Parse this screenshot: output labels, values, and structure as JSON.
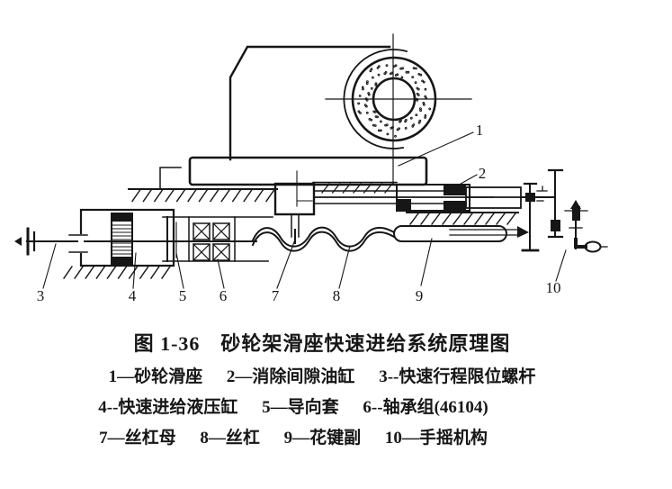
{
  "figure": {
    "title": "图 1-36　砂轮架滑座快速进给系统原理图",
    "legend_lines": [
      [
        "1—砂轮滑座",
        "2—消除间隙油缸",
        "3--快速行程限位螺杆"
      ],
      [
        "4--快速进给液压缸",
        "5—导向套",
        "6--轴承组(46104)"
      ],
      [
        "7—丝杠母",
        "8—丝杠",
        "9—花键副",
        "10—手摇机构"
      ]
    ],
    "part_labels": [
      "1",
      "2",
      "3",
      "4",
      "5",
      "6",
      "7",
      "8",
      "9",
      "10"
    ]
  },
  "colors": {
    "ink": "#161616",
    "paper": "#ffffff"
  }
}
